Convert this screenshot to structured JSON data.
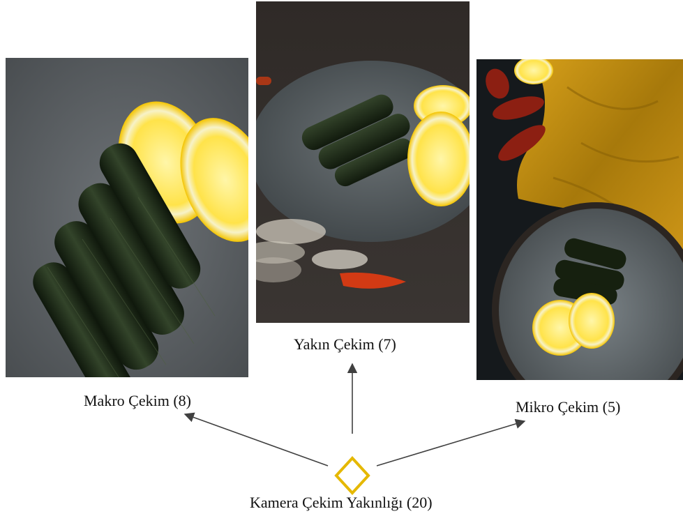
{
  "root": {
    "label": "Kamera Çekim Yakınlığı (20)",
    "accent": "#e5b800"
  },
  "branches": [
    {
      "label": "Makro Çekim (8)"
    },
    {
      "label": "Yakın Çekim (7)"
    },
    {
      "label": "Mikro Çekim (5)"
    }
  ],
  "colors": {
    "arrow": "#404040",
    "diamond": "#e5b800"
  }
}
